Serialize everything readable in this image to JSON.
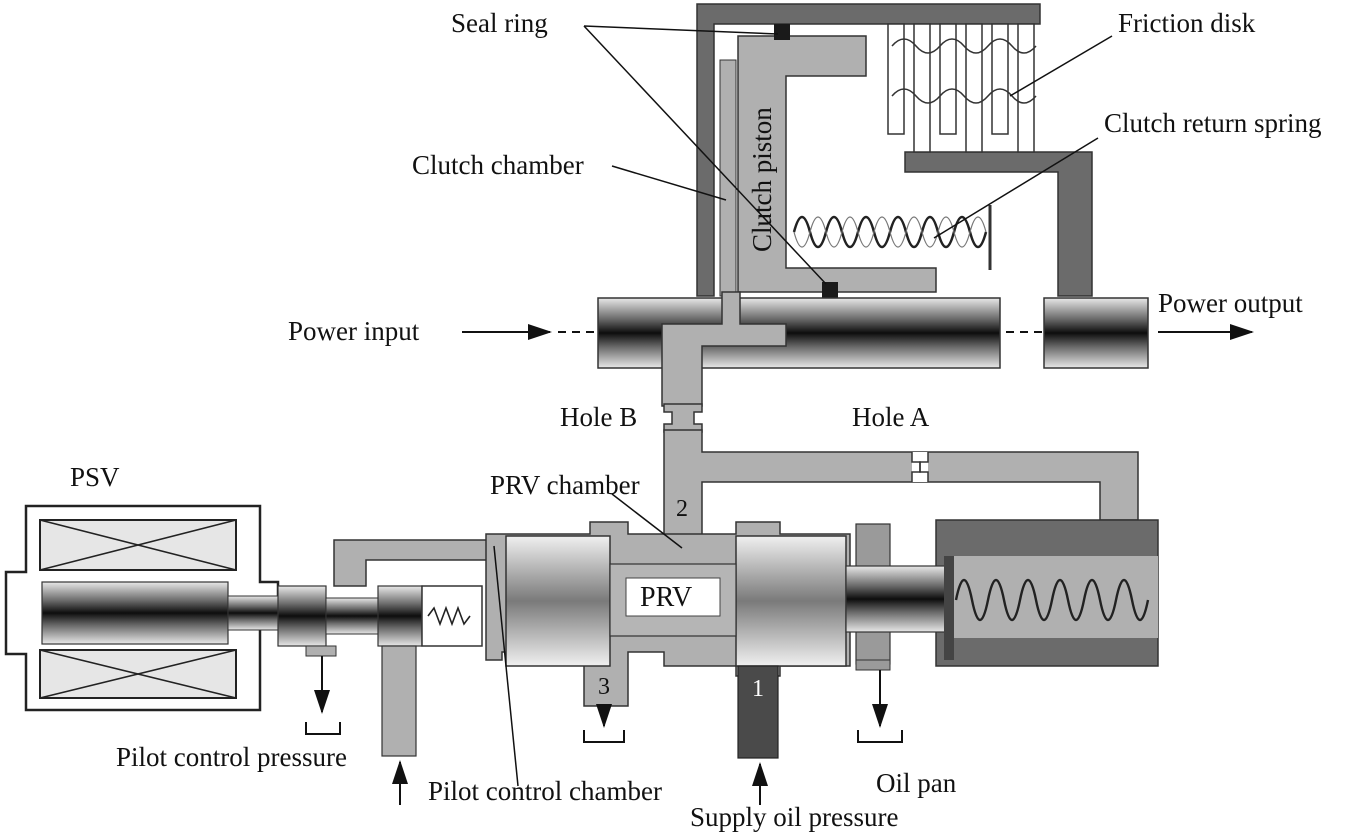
{
  "labels": {
    "seal_ring": "Seal ring",
    "friction_disk": "Friction disk",
    "clutch_return_spring": "Clutch return spring",
    "clutch_chamber": "Clutch chamber",
    "clutch_piston": "Clutch piston",
    "power_input": "Power input",
    "power_output": "Power output",
    "hole_b": "Hole B",
    "hole_a": "Hole A",
    "psv": "PSV",
    "prv_chamber": "PRV chamber",
    "prv": "PRV",
    "pilot_control_pressure": "Pilot control pressure",
    "pilot_control_chamber": "Pilot control chamber",
    "supply_oil_pressure": "Supply oil pressure",
    "oil_pan": "Oil pan",
    "port_1": "1",
    "port_2": "2",
    "port_3": "3"
  },
  "colors": {
    "housing": "#6b6b6b",
    "oil": "#b0b0b0",
    "supply": "#4a4a4a",
    "outline": "#222222",
    "background": "#ffffff"
  }
}
